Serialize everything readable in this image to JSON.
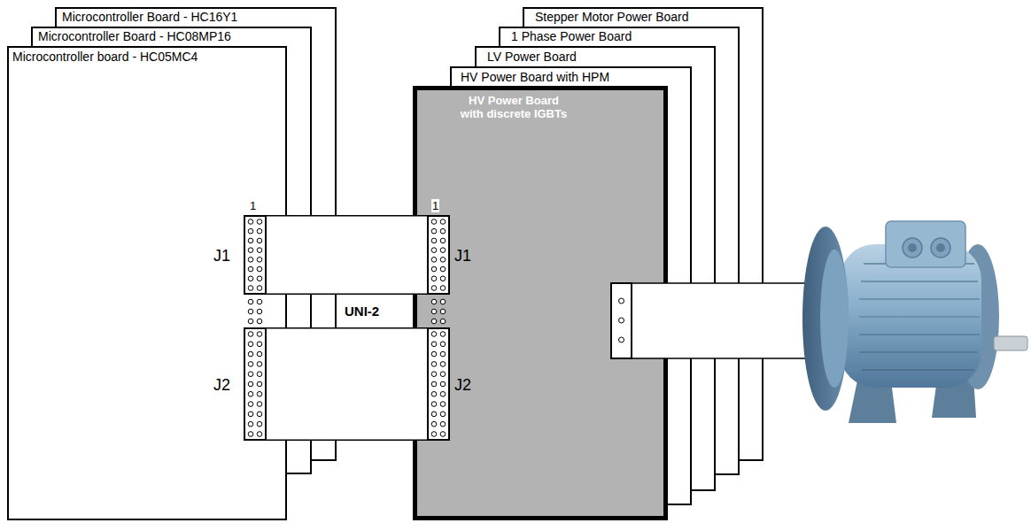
{
  "diagram": {
    "nodes": [
      {
        "text": [
          "Microcontroller Board - HC16Y1"
        ]
      },
      {
        "text": [
          "Microcontroller Board - HC08MP16"
        ]
      },
      {
        "text": [
          "Microcontroller board - HC05MC4"
        ]
      },
      {
        "text": [
          "J1"
        ],
        "in": 2
      },
      {
        "text": [
          "J2"
        ],
        "in": 2
      },
      {
        "text": [
          "Stepper Motor Power Board"
        ]
      },
      {
        "text": [
          "1 Phase Power Board"
        ]
      },
      {
        "text": [
          "LV Power Board"
        ]
      },
      {
        "text": [
          "HV Power Board with HPM"
        ]
      },
      {
        "text": [
          "HV Power Board with discrete IGBTs"
        ]
      },
      {
        "text": [
          "J1"
        ],
        "in": 9
      },
      {
        "text": [
          "J2"
        ],
        "in": 9
      }
    ],
    "edges": [
      {
        "from": 3,
        "to": 10,
        "arrow": "none"
      },
      {
        "from": 4,
        "to": 11,
        "arrow": "none"
      }
    ],
    "labels": [
      "1",
      "1",
      "UNI-2"
    ]
  }
}
